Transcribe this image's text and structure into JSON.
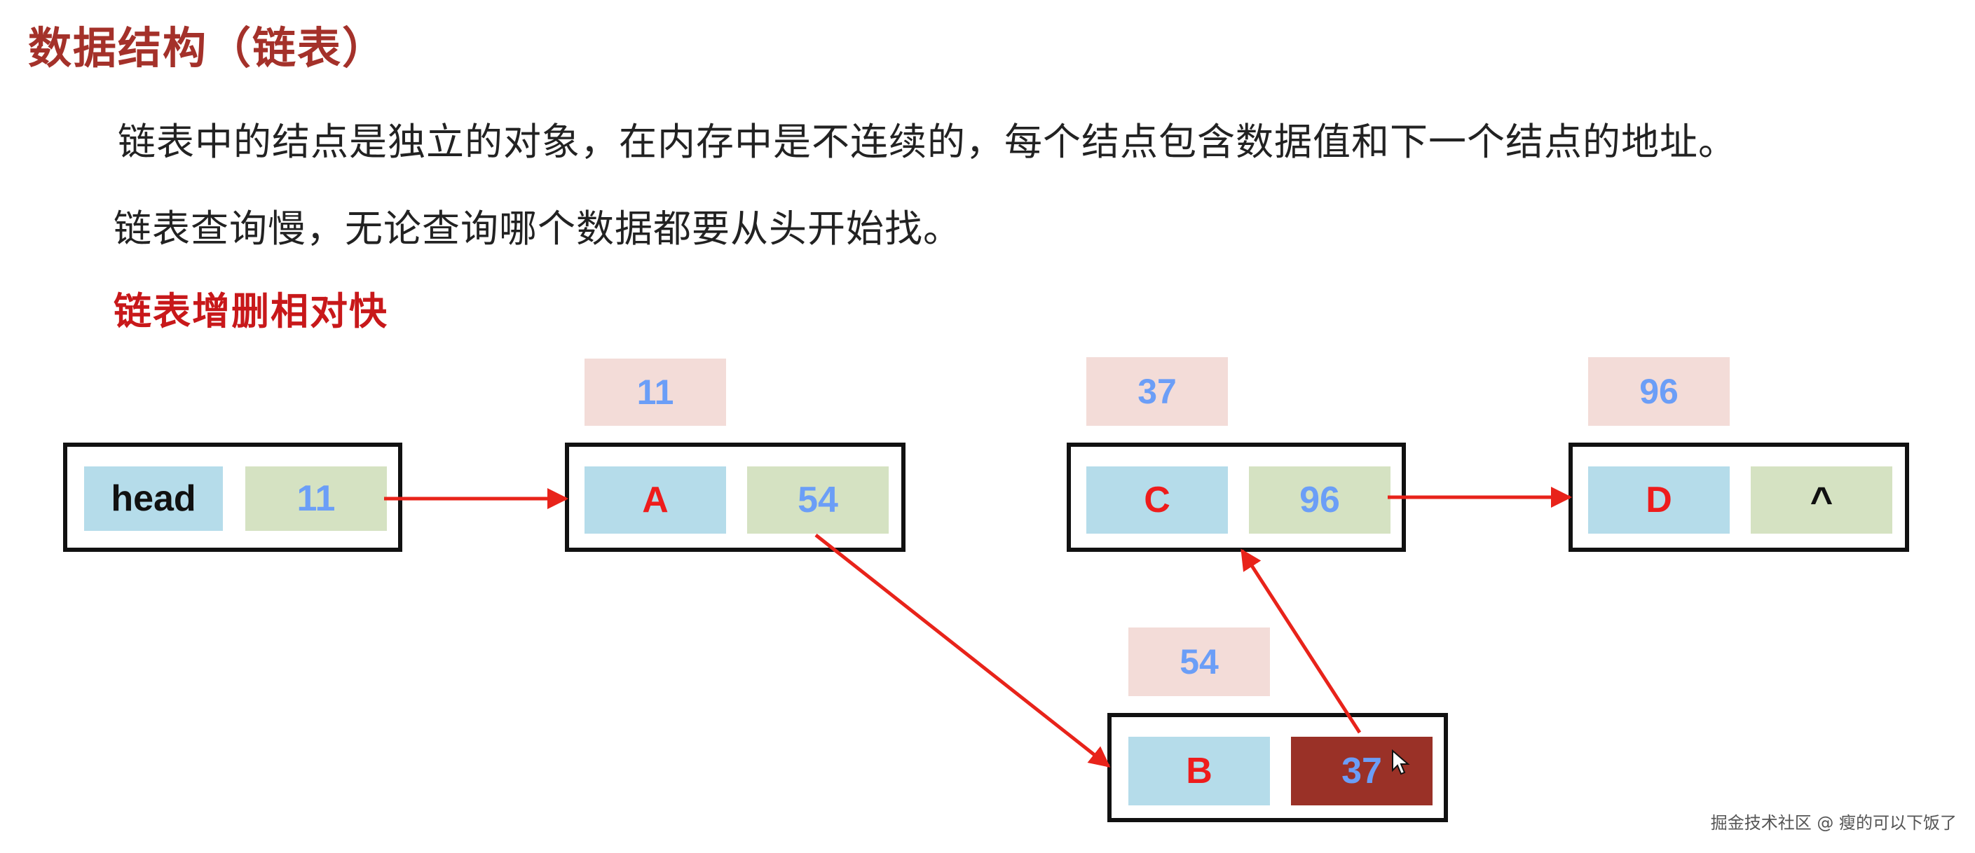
{
  "title": "数据结构（链表）",
  "para1": "链表中的结点是独立的对象，在内存中是不连续的，每个结点包含数据值和下一个结点的地址。",
  "para2": "链表查询慢，无论查询哪个数据都要从头开始找。",
  "subhead": "链表增删相对快",
  "nodes": {
    "head": {
      "data": "head",
      "next": "11"
    },
    "a": {
      "addr": "11",
      "data": "A",
      "next": "54"
    },
    "c": {
      "addr": "37",
      "data": "C",
      "next": "96"
    },
    "d": {
      "addr": "96",
      "data": "D",
      "next": "^"
    },
    "b": {
      "addr": "54",
      "data": "B",
      "next": "37"
    }
  },
  "watermark": "掘金技术社区 @ 瘦的可以下饭了",
  "colors": {
    "title": "#a4312a",
    "highlight_text": "#c8181a",
    "data_cell": "#b5dcea",
    "pointer_cell": "#d5e2c2",
    "address_label": "#f3dcd8",
    "selected_pointer": "#9a3127",
    "arrow": "#e8231a"
  }
}
